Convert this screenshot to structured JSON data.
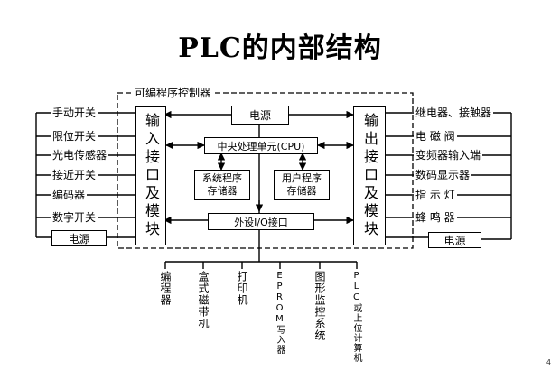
{
  "title": "PLC的内部结构",
  "plc_label": "可编程序控制器",
  "power_top": "电源",
  "cpu": "中央处理单元(CPU)",
  "sys_mem": "系统程序\n存储器",
  "user_mem": "用户程序\n存储器",
  "io_interface": "外设I/O接口",
  "input_interface": "输入接口及模块",
  "output_interface": "输出接口及模块",
  "inputs": [
    "手动开关",
    "限位开关",
    "光电传感器",
    "接近开关",
    "编码器",
    "数字开关"
  ],
  "power_left": "电源",
  "outputs": [
    "继电器、接触器",
    "电 磁 阀",
    "变频器输入端",
    "数码显示器",
    "指 示 灯",
    "蜂 鸣 器"
  ],
  "power_right": "电源",
  "peripherals": [
    "编程器",
    "盒式磁带机",
    "打印机",
    "EPROM写入器",
    "图形监控系统",
    "PLC或上位计算机"
  ],
  "page_number": "4"
}
